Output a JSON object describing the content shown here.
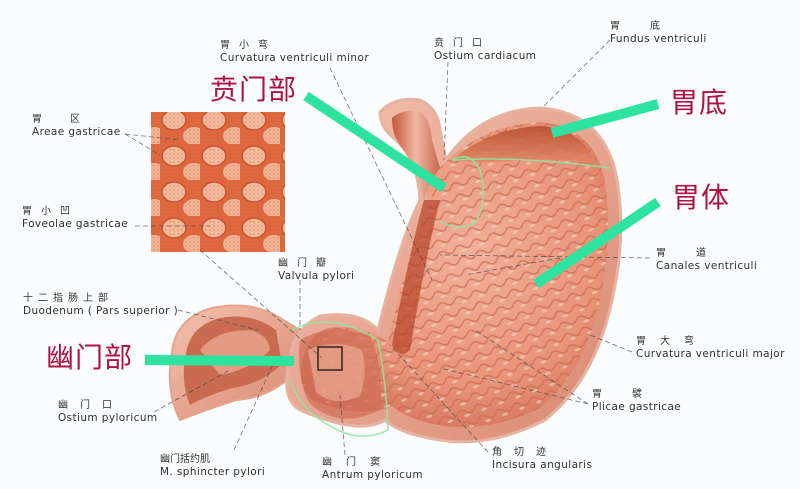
{
  "diagram": {
    "subject": "Stomach anatomy (coronal section, inner surface)",
    "accent_colors": {
      "highlight_bar": "#2ee3a0",
      "region_outline": "#8fe6a0",
      "big_label": "#b0123f",
      "tissue": "#e9967a",
      "tissue_dark": "#b8452a",
      "background": "#fbfcfd"
    },
    "big_labels": {
      "cardia": "贲门部",
      "fundus": "胃底",
      "body": "胃体",
      "pylorus": "幽门部"
    },
    "labels": {
      "curvatura_minor": {
        "zh": "胃小弯",
        "la": "Curvatura ventriculi minor"
      },
      "ostium_cardiacum": {
        "zh": "贲门口",
        "la": "Ostium cardiacum"
      },
      "fundus": {
        "zh": "胃底",
        "la": "Fundus ventriculi"
      },
      "areae_gastricae": {
        "zh": "胃区",
        "la": "Areae gastricae"
      },
      "foveolae_gastricae": {
        "zh": "胃小凹",
        "la": "Foveolae gastricae"
      },
      "valvula_pylori": {
        "zh": "幽门瓣",
        "la": "Valvula pylori"
      },
      "duodenum": {
        "zh": "十二指肠上部",
        "la": "Duodenum ( Pars superior )"
      },
      "canales_ventriculi": {
        "zh": "胃道",
        "la": "Canales ventriculi"
      },
      "curvatura_major": {
        "zh": "胃大弯",
        "la": "Curvatura ventriculi major"
      },
      "plicae_gastricae": {
        "zh": "胃襞",
        "la": "Plicae gastricae"
      },
      "ostium_pyloricum": {
        "zh": "幽门口",
        "la": "Ostium pyloricum"
      },
      "sphincter_pylori": {
        "zh": "幽门括约肌",
        "la": "M. sphincter pylori"
      },
      "antrum_pyloricum": {
        "zh": "幽门窦",
        "la": "Antrum pyloricum"
      },
      "incisura_angularis": {
        "zh": "角切迹",
        "la": "Incisura angularis"
      }
    }
  }
}
